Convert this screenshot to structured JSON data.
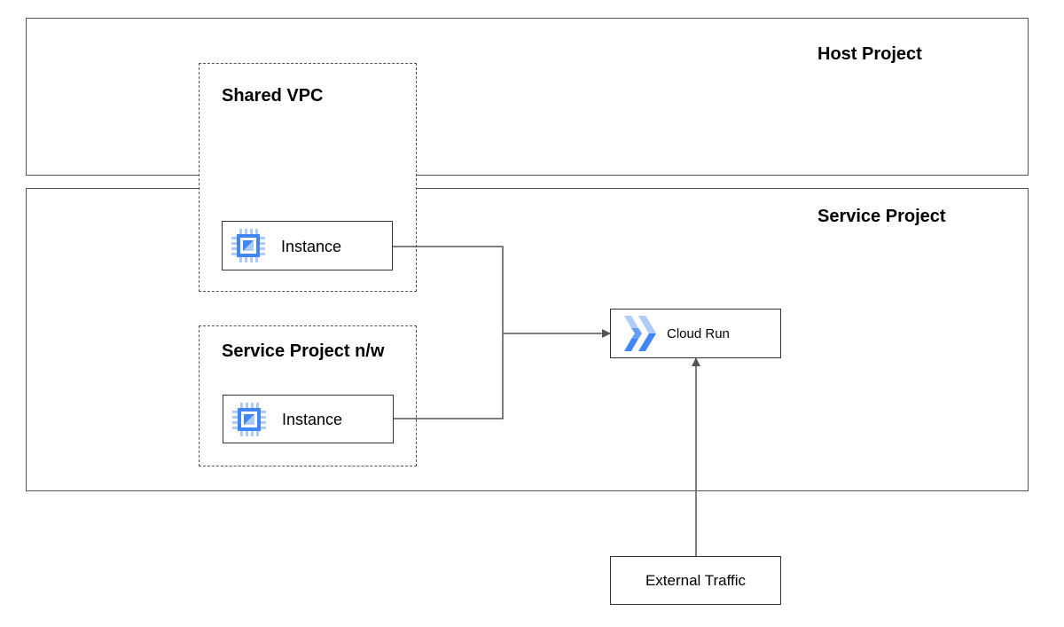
{
  "host_project": {
    "title": "Host Project"
  },
  "service_project": {
    "title": "Service Project"
  },
  "shared_vpc": {
    "title": "Shared VPC",
    "instance": {
      "label": "Instance",
      "icon": "compute-engine-chip-icon"
    }
  },
  "service_project_network": {
    "title": "Service Project n/w",
    "instance": {
      "label": "Instance",
      "icon": "compute-engine-chip-icon"
    }
  },
  "cloud_run": {
    "label": "Cloud Run",
    "icon": "cloud-run-icon"
  },
  "external_traffic": {
    "label": "External Traffic"
  },
  "colors": {
    "icon_blue": "#4285F4",
    "icon_light_blue": "#AECBFA",
    "line": "#555555"
  }
}
